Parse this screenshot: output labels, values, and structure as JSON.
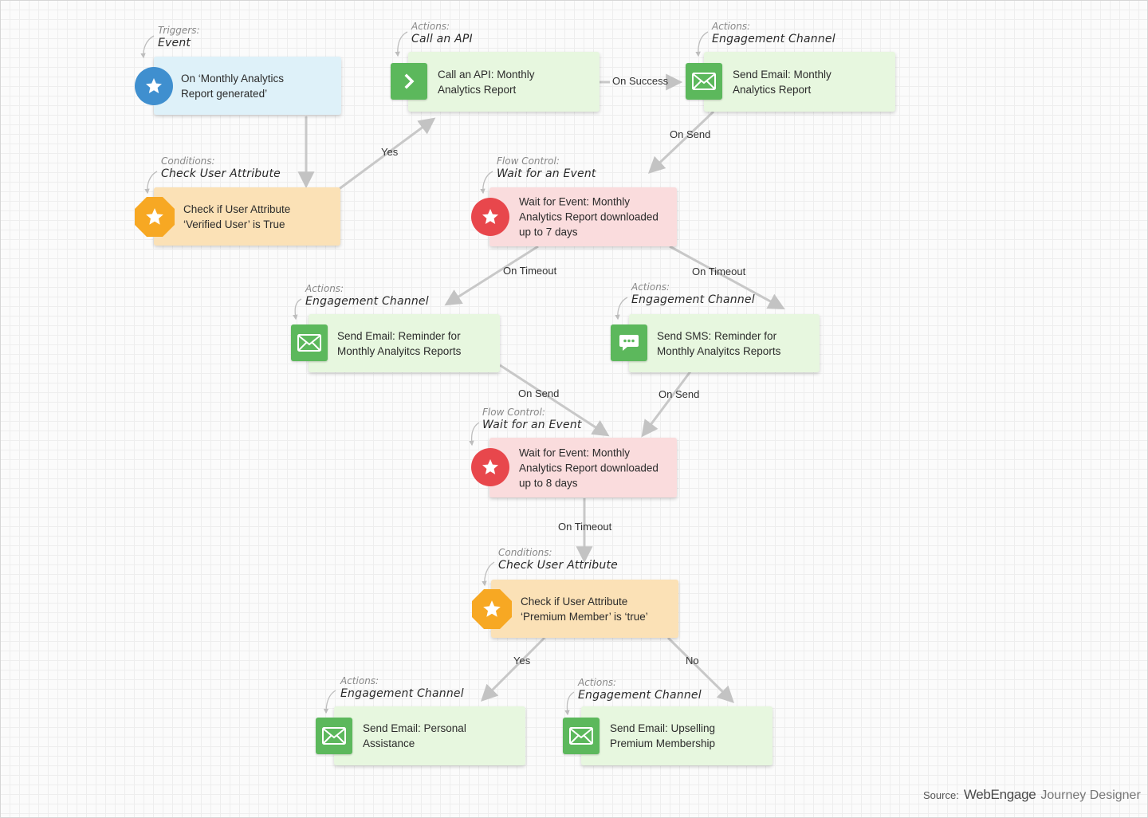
{
  "cards": {
    "trigger": {
      "kind": "Triggers:",
      "name": "Event",
      "lines": [
        "On ‘Monthly Analytics",
        "Report generated’"
      ]
    },
    "call_api": {
      "kind": "Actions:",
      "name": "Call an API",
      "lines": [
        "Call an API: Monthly",
        "Analytics Report"
      ]
    },
    "send_email_report": {
      "kind": "Actions:",
      "name": "Engagement Channel",
      "lines": [
        "Send Email: Monthly",
        "Analytics Report"
      ]
    },
    "check_verified": {
      "kind": "Conditions:",
      "name": "Check User Attribute",
      "lines": [
        "Check if User Attribute",
        "‘Verified User’ is True"
      ]
    },
    "wait_7": {
      "kind": "Flow Control:",
      "name": "Wait for an Event",
      "lines": [
        "Wait for Event: Monthly",
        "Analytics Report downloaded",
        "up to 7 days"
      ]
    },
    "email_reminder": {
      "kind": "Actions:",
      "name": "Engagement Channel",
      "lines": [
        "Send Email: Reminder for",
        "Monthly Analyitcs Reports"
      ]
    },
    "sms_reminder": {
      "kind": "Actions:",
      "name": "Engagement Channel",
      "lines": [
        "Send SMS: Reminder for",
        "Monthly Analyitcs Reports"
      ]
    },
    "wait_8": {
      "kind": "Flow Control:",
      "name": "Wait for an Event",
      "lines": [
        "Wait for Event: Monthly",
        "Analytics Report downloaded",
        "up to 8 days"
      ]
    },
    "check_premium": {
      "kind": "Conditions:",
      "name": "Check User Attribute",
      "lines": [
        "Check if User Attribute",
        "‘Premium Member’ is ‘true’"
      ]
    },
    "email_personal": {
      "kind": "Actions:",
      "name": "Engagement Channel",
      "lines": [
        "Send Email: Personal",
        "Assistance"
      ]
    },
    "email_upsell": {
      "kind": "Actions:",
      "name": "Engagement Channel",
      "lines": [
        "Send Email: Upselling",
        "Premium Membership"
      ]
    }
  },
  "edge_labels": {
    "yes_1": "Yes",
    "on_success": "On Success",
    "on_send_1": "On Send",
    "on_timeout_left": "On Timeout",
    "on_timeout_right": "On Timeout",
    "on_send_left": "On Send",
    "on_send_right": "On Send",
    "on_timeout_3": "On Timeout",
    "yes_2": "Yes",
    "no": "No"
  },
  "source": {
    "label": "Source:",
    "brand": "WebEngage",
    "product": "Journey Designer"
  },
  "colors": {
    "action_card": "#e7f7df",
    "trigger_card": "#def1f9",
    "condition_card": "#fbe1b6",
    "flow_card": "#fadcdd",
    "action_icon": "#5cb85c",
    "trigger_icon": "#3f8fcf",
    "flow_icon": "#e8474c",
    "condition_icon": "#f7a823",
    "connector": "#c8c8c8"
  },
  "icons": {
    "trigger": "star-icon",
    "call_api": "chevron-right-icon",
    "email": "envelope-icon",
    "sms": "chat-bubble-icon",
    "condition": "star-icon",
    "flow": "star-icon"
  }
}
